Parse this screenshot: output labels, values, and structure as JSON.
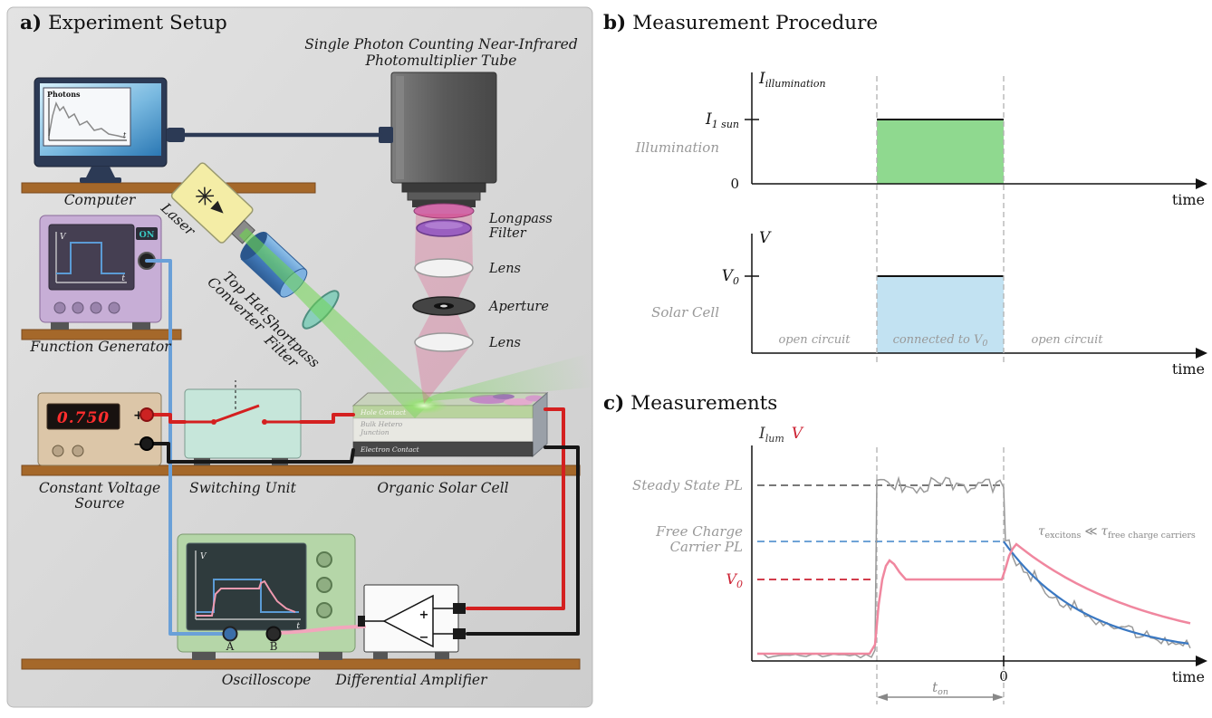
{
  "panel_a": {
    "title_prefix": "a)",
    "title": "Experiment Setup",
    "pmt_line1": "Single Photon Counting Near-Infrared",
    "pmt_line2": "Photomultiplier Tube",
    "computer": {
      "label": "Computer",
      "screen_title": "Photons",
      "axis_t": "t"
    },
    "function_generator": {
      "label": "Function Generator",
      "on_badge": "ON",
      "axis_v": "V",
      "axis_t": "t"
    },
    "laser_label": "Laser",
    "top_hat": {
      "line1": "Top Hat",
      "line2": "Converter"
    },
    "shortpass": {
      "line1": "Shortpass",
      "line2": "Filter"
    },
    "longpass": {
      "line1": "Longpass",
      "line2": "Filter"
    },
    "lens_top": "Lens",
    "aperture": "Aperture",
    "lens_bottom": "Lens",
    "voltage_source": {
      "line1": "Constant Voltage",
      "line2": "Source",
      "display": "0.750",
      "plus": "+",
      "minus": "−"
    },
    "switching_unit_label": "Switching Unit",
    "solar_cell": {
      "label": "Organic Solar Cell",
      "layer_top": "Hole Contact",
      "layer_mid1": "Bulk Hetero",
      "layer_mid2": "Junction",
      "layer_bottom": "Electron Contact"
    },
    "oscilloscope": {
      "label": "Oscilloscope",
      "port_a": "A",
      "port_b": "B",
      "axis_v": "V",
      "axis_t": "t"
    },
    "diff_amp": {
      "label": "Differential Amplifier",
      "plus": "+",
      "minus": "−"
    }
  },
  "panel_b": {
    "title_prefix": "b)",
    "title": "Measurement Procedure",
    "illumination": {
      "ylabel_base": "I",
      "ylabel_sub": "illumination",
      "ytick_base": "I",
      "ytick_sub": "1 sun",
      "zero": "0",
      "side_label": "Illumination",
      "xlabel": "time"
    },
    "voltage": {
      "ylabel": "V",
      "ytick_base": "V",
      "ytick_sub": "0",
      "side_label": "Solar Cell",
      "region_left": "open circuit",
      "region_mid_base": "connected to V",
      "region_mid_sub": "0",
      "region_right": "open circuit",
      "xlabel": "time"
    }
  },
  "panel_c": {
    "title_prefix": "c)",
    "title": "Measurements",
    "ylabel_i_base": "I",
    "ylabel_i_sub": "lum",
    "ylabel_v": "V",
    "steady_state_label": "Steady State PL",
    "free_charge_line1": "Free Charge",
    "free_charge_line2": "Carrier PL",
    "v0_base": "V",
    "v0_sub": "0",
    "tau1_base": "τ",
    "tau1_sub": "excitons",
    "tau_rel": "≪",
    "tau2_base": "τ",
    "tau2_sub": "free charge carriers",
    "xlabel": "time",
    "zero_tick": "0",
    "ton_base": "t",
    "ton_sub": "on"
  },
  "colors": {
    "pulse_green": "#8fd98f",
    "pulse_blue": "#c2e2f2",
    "steady_gray": "#666666",
    "free_charge_blue": "#5b96d0",
    "v0_red": "#cc2233",
    "pl_trace_gray": "#9a9a9a",
    "voltage_trace_pink": "#f0879f",
    "fit_trace_blue": "#3a78c2"
  },
  "chart_data": [
    {
      "id": "b_illumination",
      "type": "line",
      "title": "Illumination",
      "ylabel": "I_illumination",
      "xlabel": "time",
      "ytick_labels": [
        "I_1 sun",
        "0"
      ],
      "x_norm": [
        0,
        2.75,
        2.75,
        5.67,
        5.67,
        10
      ],
      "y_norm": [
        0,
        0,
        1,
        1,
        0,
        0
      ],
      "pulse_on_norm": [
        2.75,
        5.67
      ],
      "fill": "#8fd98f"
    },
    {
      "id": "b_solar_cell_voltage",
      "type": "line",
      "title": "Solar Cell",
      "ylabel": "V",
      "xlabel": "time",
      "ytick_labels": [
        "V_0"
      ],
      "x_norm": [
        0,
        2.75,
        2.75,
        5.67,
        5.67,
        10
      ],
      "y_norm": [
        0,
        0,
        1,
        1,
        0,
        0
      ],
      "pulse_on_norm": [
        2.75,
        5.67
      ],
      "fill": "#c2e2f2",
      "region_labels": [
        "open circuit",
        "connected to V_0",
        "open circuit"
      ]
    },
    {
      "id": "c_measurements",
      "type": "line",
      "title": "Measurements",
      "xlabel": "time",
      "ylabels": [
        "I_lum",
        "V"
      ],
      "x_range_norm": [
        0,
        10
      ],
      "pulse_on_norm": [
        2.75,
        5.67
      ],
      "levels": {
        "zero": 0,
        "v0": 0.45,
        "free_charge_pl": 0.66,
        "steady_state_pl": 0.97
      },
      "series": [
        {
          "name": "measured PL (noisy)",
          "color": "#9a9a9a"
        },
        {
          "name": "voltage V",
          "color": "#f0879f"
        },
        {
          "name": "free charge carrier PL exponential fit",
          "color": "#3a78c2"
        }
      ],
      "annotation": "τ_excitons ≪ τ_free charge carriers",
      "t_on_label": "t_on",
      "zero_label": "0"
    }
  ]
}
